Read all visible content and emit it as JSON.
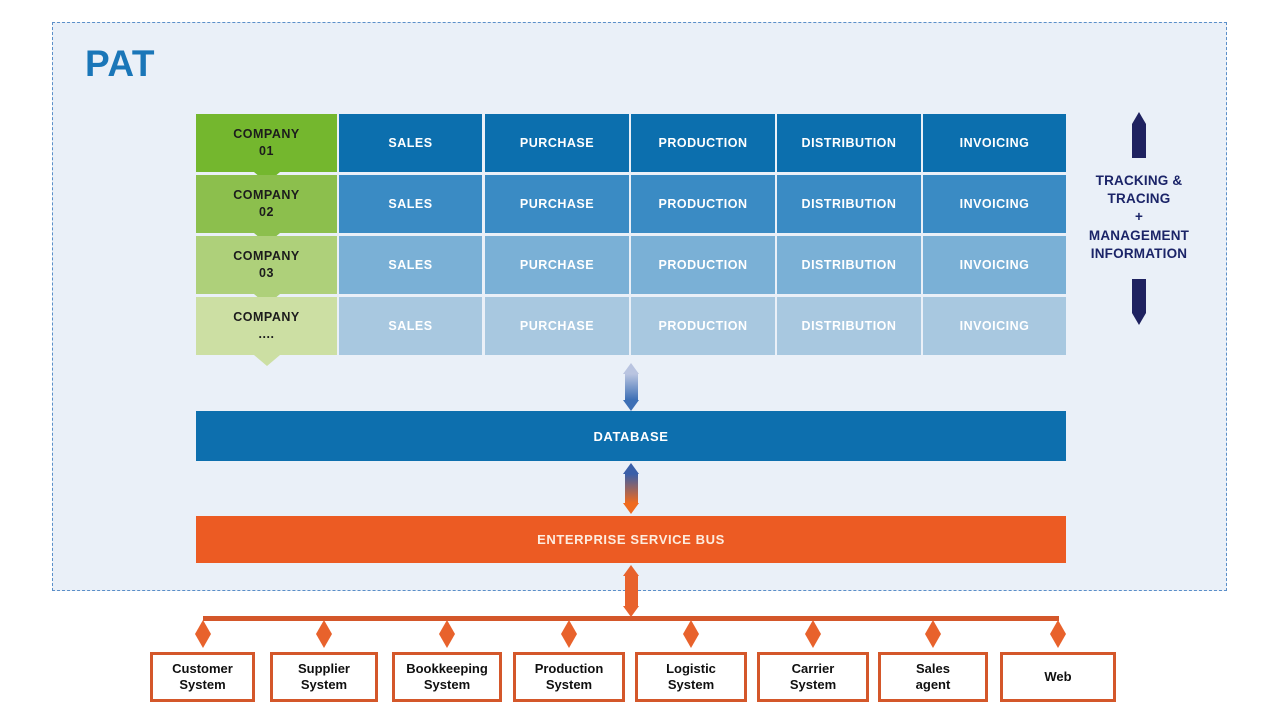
{
  "panel": {
    "title": "PAT"
  },
  "matrix": {
    "rows": [
      {
        "company": "COMPANY\n01",
        "green": "#74b72e",
        "blue": "#0c6fae",
        "functions": [
          "SALES",
          "PURCHASE",
          "PRODUCTION",
          "DISTRIBUTION",
          "INVOICING"
        ]
      },
      {
        "company": "COMPANY\n02",
        "green": "#8cbf4d",
        "blue": "#3a8bc4",
        "functions": [
          "SALES",
          "PURCHASE",
          "PRODUCTION",
          "DISTRIBUTION",
          "INVOICING"
        ]
      },
      {
        "company": "COMPANY\n03",
        "green": "#aed07a",
        "blue": "#7ab0d6",
        "functions": [
          "SALES",
          "PURCHASE",
          "PRODUCTION",
          "DISTRIBUTION",
          "INVOICING"
        ]
      },
      {
        "company": "COMPANY\n....",
        "green": "#ccdfa3",
        "blue": "#a8c8e0",
        "functions": [
          "SALES",
          "PURCHASE",
          "PRODUCTION",
          "DISTRIBUTION",
          "INVOICING"
        ]
      }
    ]
  },
  "tracking": {
    "text": "TRACKING &\nTRACING\n+\nMANAGEMENT\nINFORMATION",
    "arrow_color": "#1f2260"
  },
  "bars": {
    "database": "DATABASE",
    "esb": "ENTERPRISE SERVICE BUS"
  },
  "systems": [
    {
      "label": "Customer\nSystem"
    },
    {
      "label": "Supplier\nSystem"
    },
    {
      "label": "Bookkeeping\nSystem"
    },
    {
      "label": "Production\nSystem"
    },
    {
      "label": "Logistic\nSystem"
    },
    {
      "label": "Carrier\nSystem"
    },
    {
      "label": "Sales\nagent"
    },
    {
      "label": "Web"
    }
  ],
  "colors": {
    "panel_bg": "#eaf0f8",
    "panel_border": "#5b8fc9",
    "title": "#1a76b8",
    "database": "#0d6fae",
    "esb": "#ec5b23",
    "bus": "#d4572a",
    "navy": "#1f2260"
  }
}
